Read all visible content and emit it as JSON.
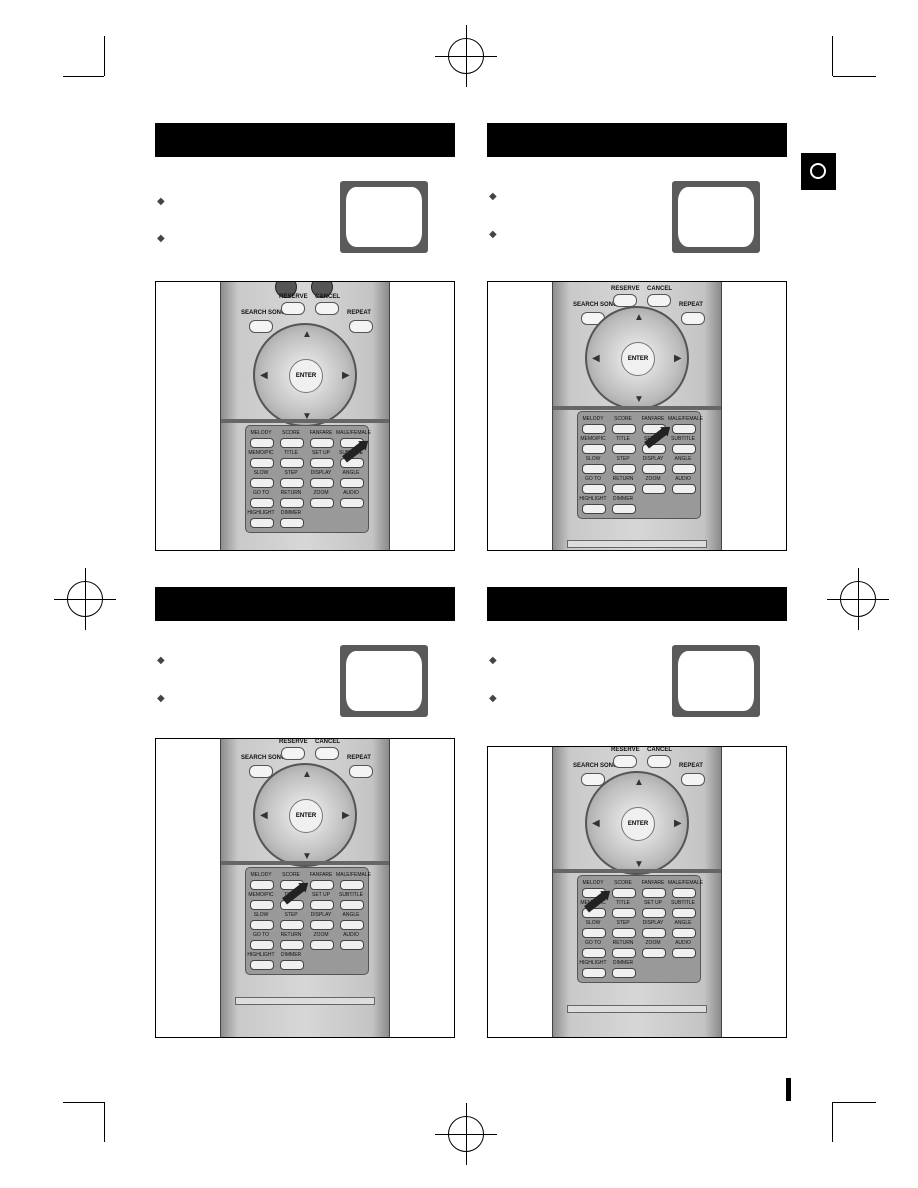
{
  "icons": {
    "bullet": "diamond-icon",
    "enter": "enter-icon",
    "tab": "circle-icon"
  },
  "remote": {
    "top_buttons": [
      {
        "label": "SEARCH SONG"
      },
      {
        "label": "RESERVE"
      },
      {
        "label": "CANCEL"
      },
      {
        "label": "REPEAT"
      }
    ],
    "enter_label": "ENTER",
    "keypad_rows": [
      [
        "MELODY",
        "SCORE",
        "FANFARE",
        "MALE/FEMALE"
      ],
      [
        "MEMO/PIC",
        "TITLE",
        "SET UP",
        "SUBTITLE"
      ],
      [
        "SLOW",
        "STEP",
        "DISPLAY",
        "ANGLE"
      ],
      [
        "GO TO",
        "RETURN",
        "ZOOM",
        "AUDIO"
      ],
      [
        "HIGHLIGHT",
        "DIMMER"
      ]
    ]
  },
  "sections": [
    {
      "title": "",
      "highlight": "MALE/FEMALE"
    },
    {
      "title": "",
      "highlight": "FANFARE"
    },
    {
      "title": "",
      "highlight": "SCORE"
    },
    {
      "title": "",
      "highlight": "MELODY"
    }
  ]
}
